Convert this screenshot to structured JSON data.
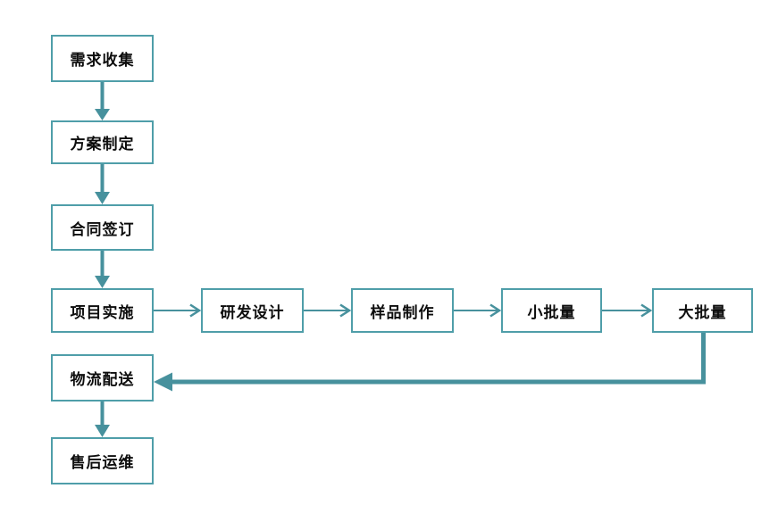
{
  "diagram": {
    "type": "flowchart",
    "background_color": "#ffffff",
    "box_border_color": "#4F9EA9",
    "arrow_color": "#47919D",
    "text_color": "#0d0d0d",
    "nodes": [
      {
        "id": "requirements-collection",
        "label": "需求收集"
      },
      {
        "id": "plan-formulation",
        "label": "方案制定"
      },
      {
        "id": "contract-signing",
        "label": "合同签订"
      },
      {
        "id": "project-implementation",
        "label": "项目实施"
      },
      {
        "id": "rd-design",
        "label": "研发设计"
      },
      {
        "id": "sample-production",
        "label": "样品制作"
      },
      {
        "id": "small-batch",
        "label": "小批量"
      },
      {
        "id": "large-batch",
        "label": "大批量"
      },
      {
        "id": "logistics-delivery",
        "label": "物流配送"
      },
      {
        "id": "after-sales-maintenance",
        "label": "售后运维"
      }
    ],
    "edges": [
      {
        "from": "requirements-collection",
        "to": "plan-formulation"
      },
      {
        "from": "plan-formulation",
        "to": "contract-signing"
      },
      {
        "from": "contract-signing",
        "to": "project-implementation"
      },
      {
        "from": "project-implementation",
        "to": "rd-design"
      },
      {
        "from": "rd-design",
        "to": "sample-production"
      },
      {
        "from": "sample-production",
        "to": "small-batch"
      },
      {
        "from": "small-batch",
        "to": "large-batch"
      },
      {
        "from": "large-batch",
        "to": "logistics-delivery"
      },
      {
        "from": "logistics-delivery",
        "to": "after-sales-maintenance"
      }
    ]
  }
}
